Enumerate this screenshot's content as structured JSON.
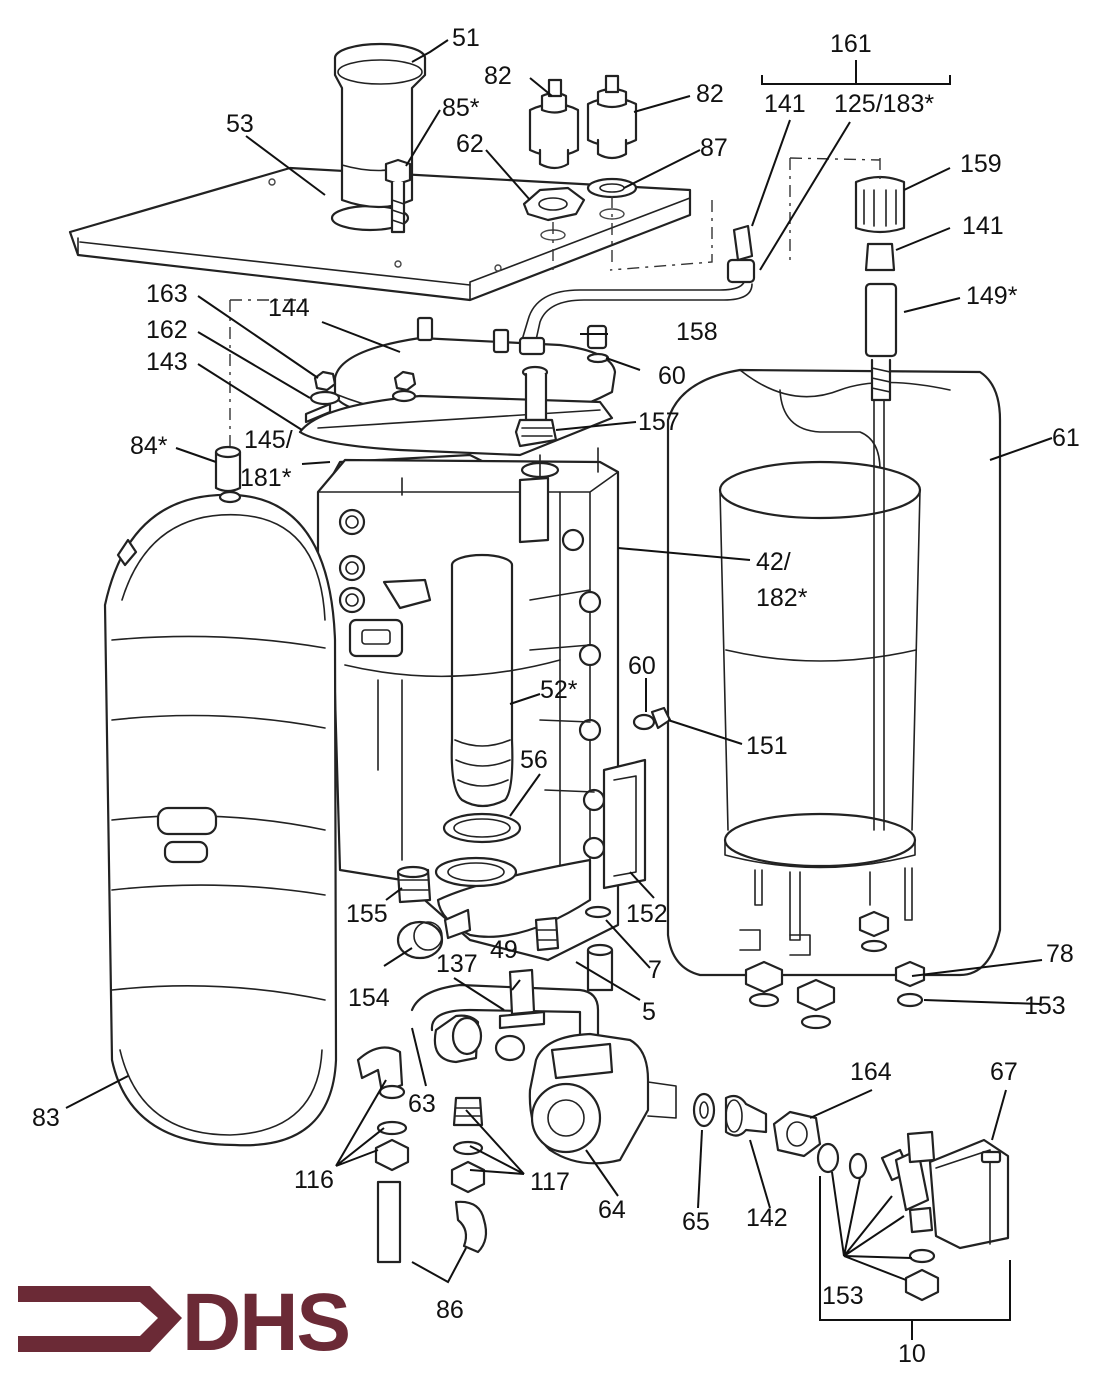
{
  "colors": {
    "ink": "#222222",
    "paper": "#ffffff",
    "brand": "#6b2a36"
  },
  "logo": {
    "text": "DHS",
    "icon": "arrow-chevron-icon"
  },
  "callouts": [
    {
      "id": "51",
      "text": "51"
    },
    {
      "id": "53",
      "text": "53"
    },
    {
      "id": "82a",
      "text": "82"
    },
    {
      "id": "82b",
      "text": "82"
    },
    {
      "id": "85",
      "text": "85*"
    },
    {
      "id": "62",
      "text": "62"
    },
    {
      "id": "87",
      "text": "87"
    },
    {
      "id": "161",
      "text": "161"
    },
    {
      "id": "141a",
      "text": "141"
    },
    {
      "id": "125",
      "text": "125/183*"
    },
    {
      "id": "159",
      "text": "159"
    },
    {
      "id": "141b",
      "text": "141"
    },
    {
      "id": "149",
      "text": "149*"
    },
    {
      "id": "163",
      "text": "163"
    },
    {
      "id": "144",
      "text": "144"
    },
    {
      "id": "158",
      "text": "158"
    },
    {
      "id": "162",
      "text": "162"
    },
    {
      "id": "60a",
      "text": "60"
    },
    {
      "id": "143",
      "text": "143"
    },
    {
      "id": "157",
      "text": "157"
    },
    {
      "id": "84",
      "text": "84*"
    },
    {
      "id": "145a",
      "text": "145/"
    },
    {
      "id": "145b",
      "text": "181*"
    },
    {
      "id": "61",
      "text": "61"
    },
    {
      "id": "42a",
      "text": "42/"
    },
    {
      "id": "42b",
      "text": "182*"
    },
    {
      "id": "60b",
      "text": "60"
    },
    {
      "id": "52",
      "text": "52*"
    },
    {
      "id": "151",
      "text": "151"
    },
    {
      "id": "56",
      "text": "56"
    },
    {
      "id": "155",
      "text": "155"
    },
    {
      "id": "152",
      "text": "152"
    },
    {
      "id": "7",
      "text": "7"
    },
    {
      "id": "49",
      "text": "49"
    },
    {
      "id": "137",
      "text": "137"
    },
    {
      "id": "154",
      "text": "154"
    },
    {
      "id": "5",
      "text": "5"
    },
    {
      "id": "78",
      "text": "78"
    },
    {
      "id": "153a",
      "text": "153"
    },
    {
      "id": "164",
      "text": "164"
    },
    {
      "id": "67",
      "text": "67"
    },
    {
      "id": "63",
      "text": "63"
    },
    {
      "id": "83",
      "text": "83"
    },
    {
      "id": "116",
      "text": "116"
    },
    {
      "id": "117",
      "text": "117"
    },
    {
      "id": "64",
      "text": "64"
    },
    {
      "id": "65",
      "text": "65"
    },
    {
      "id": "142",
      "text": "142"
    },
    {
      "id": "153b",
      "text": "153"
    },
    {
      "id": "86",
      "text": "86"
    },
    {
      "id": "10",
      "text": "10"
    }
  ]
}
